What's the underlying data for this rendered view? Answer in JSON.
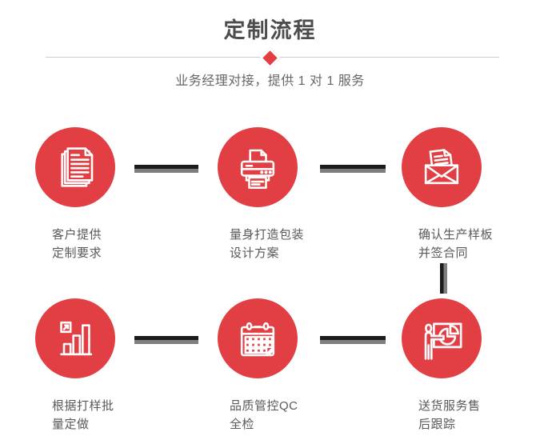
{
  "page": {
    "title": "定制流程",
    "subtitle": "业务经理对接，提供 1 对 1 服务"
  },
  "colors": {
    "accent_red": "#e23f44",
    "connector_dark": "#1c1c1c",
    "connector_gray": "#7f7f7f",
    "divider_line": "#cccccc",
    "title_text": "#4d4d4d",
    "label_text": "#595959"
  },
  "icons": {
    "header_marker": "diamond-icon",
    "step_icons": [
      "documents-icon",
      "printer-icon",
      "envelope-icon",
      "bar-chart-icon",
      "calendar-icon",
      "presentation-icon"
    ]
  },
  "steps": [
    {
      "icon": "documents-icon",
      "line1": "客户提供",
      "line2": "定制要求"
    },
    {
      "icon": "printer-icon",
      "line1": "量身打造包装",
      "line2": "设计方案"
    },
    {
      "icon": "envelope-icon",
      "line1": "确认生产样板",
      "line2": "并签合同"
    },
    {
      "icon": "bar-chart-icon",
      "line1": "根据打样批",
      "line2": "量定做"
    },
    {
      "icon": "calendar-icon",
      "line1": "品质管控QC",
      "line2": "全检"
    },
    {
      "icon": "presentation-icon",
      "line1": "送货服务售",
      "line2": "后跟踪"
    }
  ]
}
